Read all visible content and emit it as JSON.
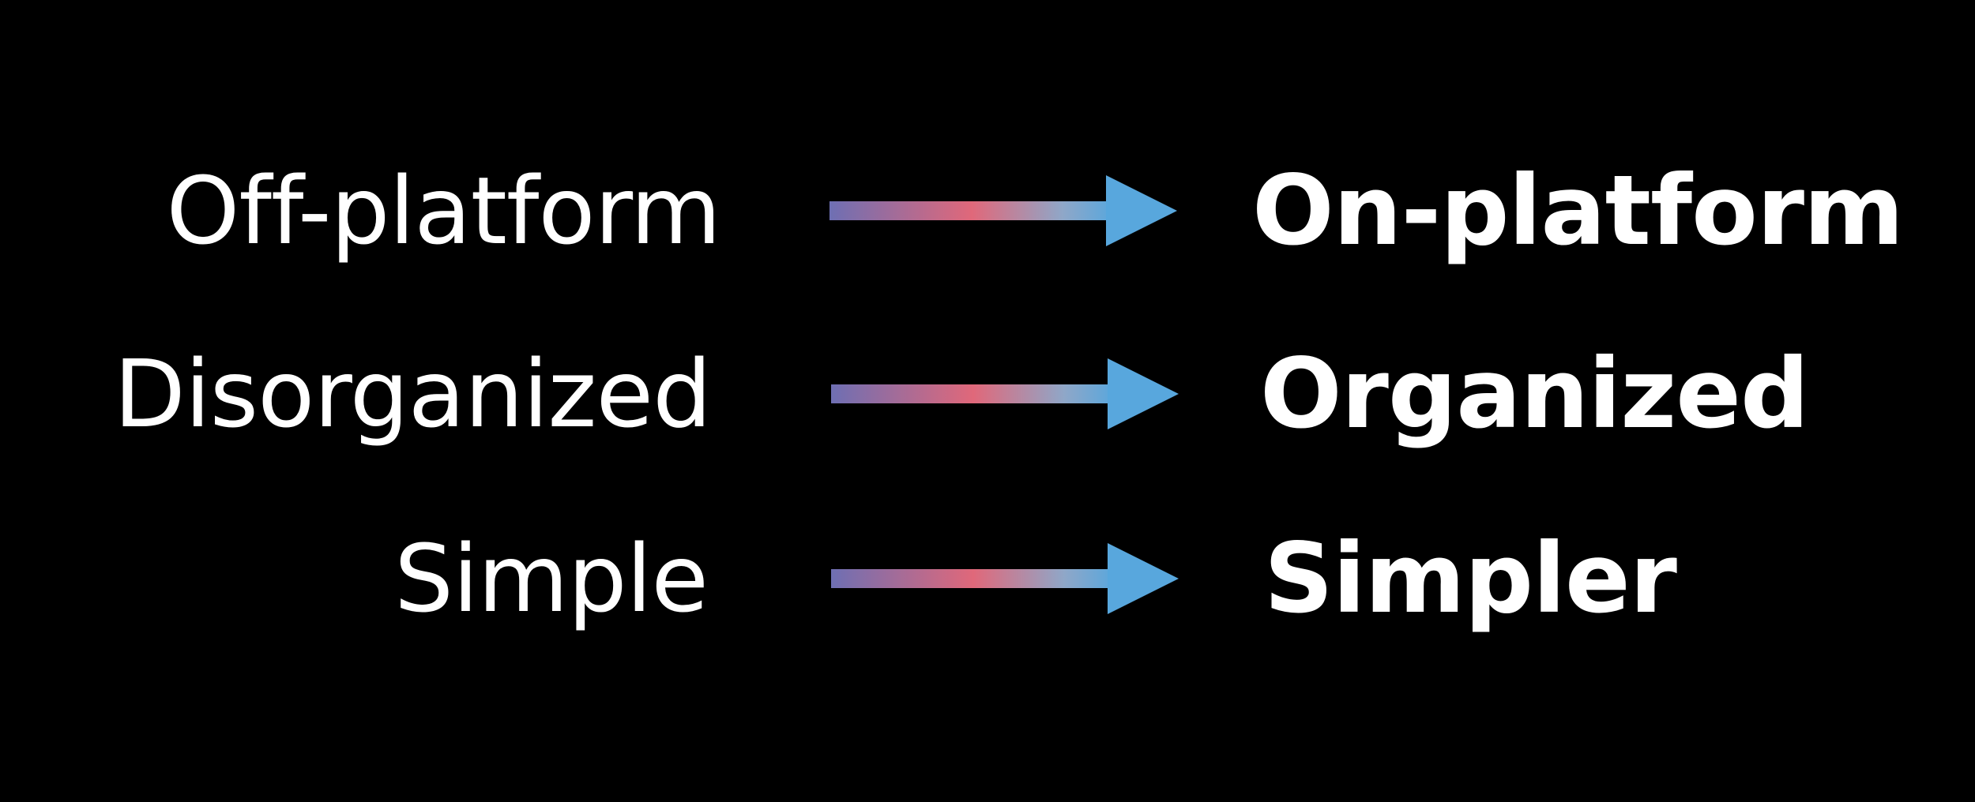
{
  "slide": {
    "background": "#000000",
    "text_color": "#ffffff",
    "arrow_gradient": [
      "#6e6fb3",
      "#e0687a",
      "#58a7dd"
    ],
    "rows": [
      {
        "from": "Off-platform",
        "to": "On-platform",
        "arrow": "right-arrow-icon"
      },
      {
        "from": "Disorganized",
        "to": "Organized",
        "arrow": "right-arrow-icon"
      },
      {
        "from": "Simple",
        "to": "Simpler",
        "arrow": "right-arrow-icon"
      }
    ]
  }
}
